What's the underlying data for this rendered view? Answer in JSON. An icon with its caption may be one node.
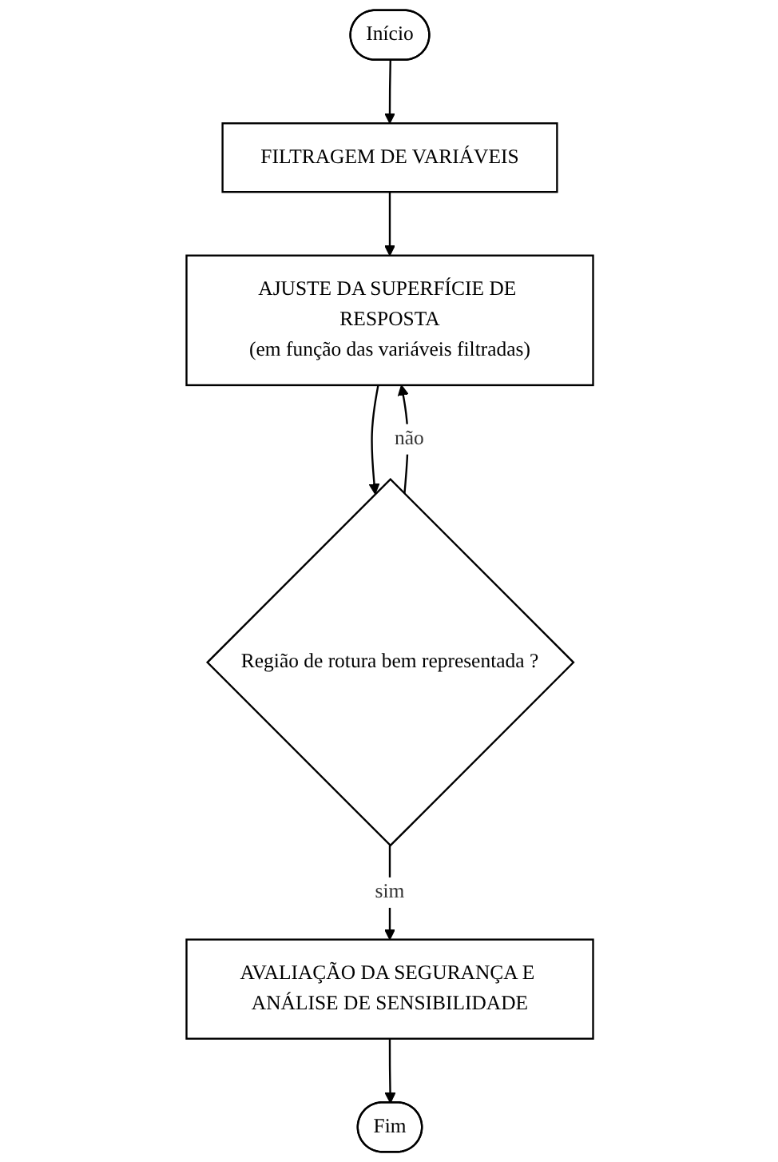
{
  "diagram": {
    "nodes": [
      {
        "text": [
          "Início"
        ]
      },
      {
        "text": [
          "FILTRAGEM DE VARIÁVEIS"
        ]
      },
      {
        "text": [
          "AJUSTE DA SUPERFÍCIE DE RESPOSTA",
          "(em função das variáveis filtradas)"
        ]
      },
      {
        "text": [
          "Região de rotura bem representada ?"
        ]
      },
      {
        "text": [
          "AVALIAÇÃO DA SEGURANÇA E ANÁLISE DE SENSIBILIDADE"
        ]
      },
      {
        "text": [
          "Fim"
        ]
      }
    ],
    "edges": [
      {
        "from": 0,
        "to": 1,
        "arrow": "to"
      },
      {
        "from": 1,
        "to": 2,
        "arrow": "to"
      },
      {
        "from": 2,
        "to": 3,
        "arrow": "to"
      },
      {
        "from": 3,
        "to": 4,
        "label": "sim",
        "arrow": "to"
      },
      {
        "from": 3,
        "to": 2,
        "label": "não",
        "arrow": "to"
      },
      {
        "from": 4,
        "to": 5,
        "arrow": "to"
      }
    ]
  }
}
